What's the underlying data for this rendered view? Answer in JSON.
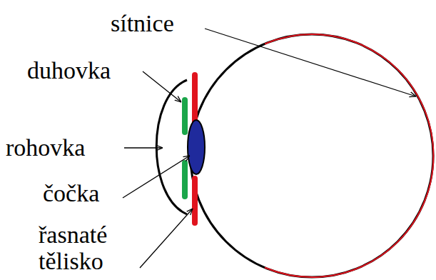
{
  "diagram": {
    "labels": [
      "sítnice",
      "duhovka",
      "rohovka",
      "čočka",
      "řasnaté tělisko"
    ]
  }
}
